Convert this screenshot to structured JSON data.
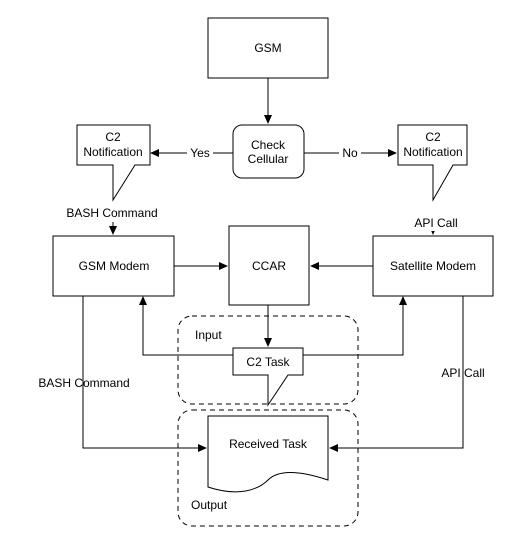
{
  "nodes": {
    "gsm": "GSM",
    "check_line1": "Check",
    "check_line2": "Cellular",
    "c2_left_line1": "C2",
    "c2_left_line2": "Notification",
    "c2_right_line1": "C2",
    "c2_right_line2": "Notification",
    "gsm_modem": "GSM Modem",
    "ccar": "CCAR",
    "satellite_modem": "Satellite Modem",
    "c2_task": "C2 Task",
    "received_task": "Received Task"
  },
  "edges": {
    "yes": "Yes",
    "no": "No",
    "bash_top": "BASH Command",
    "api_top": "API Call",
    "bash_bottom": "BASH Command",
    "api_bottom": "API Call"
  },
  "groups": {
    "input": "Input",
    "output": "Output"
  },
  "colors": {
    "stroke": "#000000",
    "fill": "#ffffff",
    "text": "#000000"
  }
}
